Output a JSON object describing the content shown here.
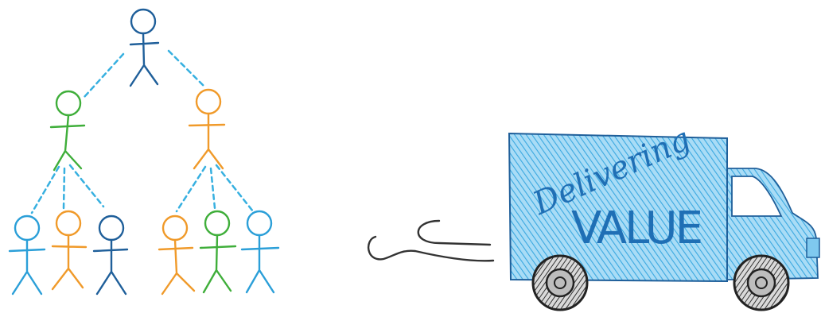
{
  "colors": {
    "blue": "#2b9fd8",
    "dark_blue": "#1f5f9a",
    "green": "#3fae3a",
    "orange": "#f09a2a",
    "line": "#37b0e0",
    "truck_fill": "#7fc9ef",
    "ink": "#333333"
  },
  "org_chart": {
    "people": [
      {
        "name": "root",
        "color": "dark_blue"
      },
      {
        "name": "manager-left",
        "color": "green"
      },
      {
        "name": "manager-right",
        "color": "orange"
      },
      {
        "name": "member-1",
        "color": "blue"
      },
      {
        "name": "member-2",
        "color": "orange"
      },
      {
        "name": "member-3",
        "color": "dark_blue"
      },
      {
        "name": "member-4",
        "color": "orange"
      },
      {
        "name": "member-5",
        "color": "green"
      },
      {
        "name": "member-6",
        "color": "blue"
      }
    ]
  },
  "truck": {
    "script_text": "Delivering",
    "main_text": "VALUE"
  }
}
